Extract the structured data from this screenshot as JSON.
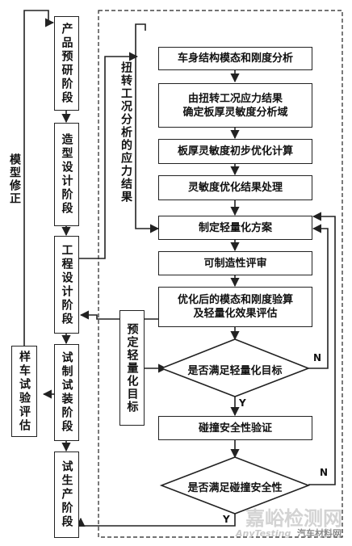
{
  "left_column": {
    "stages": [
      "产品预研阶段",
      "造型设计阶段",
      "工程设计阶段",
      "试制试装阶段",
      "试生产阶段"
    ],
    "sample_eval": "样车试验评估",
    "model_fix": "模型修正"
  },
  "side_labels": {
    "torsion": "扭转工况分析的应力结果",
    "target": "预定轻量化目标"
  },
  "flow": {
    "steps": [
      "车身结构模态和刚度分析",
      "由扭转工况应力结果\n确定板厚灵敏度分析域",
      "板厚灵敏度初步优化计算",
      "灵敏度优化结果处理",
      "制定轻量化方案",
      "可制造性评审",
      "优化后的模态和刚度验算\n及轻量化效果评估",
      "碰撞安全性验证"
    ],
    "decision1": "是否满足轻量化目标",
    "decision2": "是否满足碰撞安全性",
    "yes": "Y",
    "no": "N"
  },
  "watermark": {
    "site": "嘉峪检测网",
    "url": "AnyTesting",
    "brand": "汽车材料网"
  }
}
